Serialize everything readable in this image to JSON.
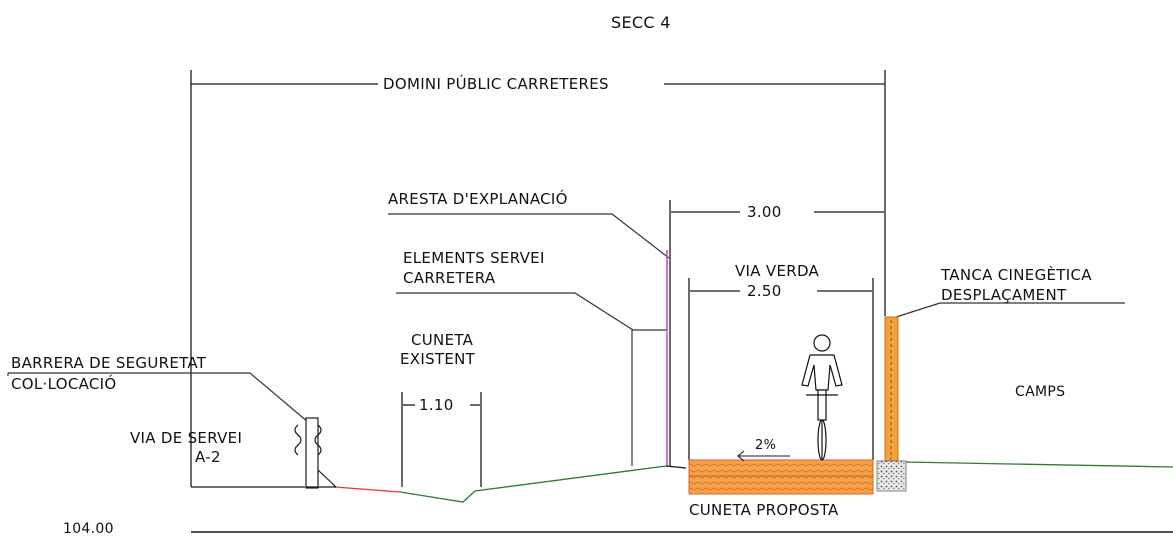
{
  "title": "SECC 4",
  "labels": {
    "domini": "DOMINI PÚBLIC CARRETERES",
    "aresta": "ARESTA D'EXPLANACIÓ",
    "elements_line1": "ELEMENTS SERVEI",
    "elements_line2": "CARRETERA",
    "via_verda": "VIA VERDA",
    "tanca_line1": "TANCA CINEGÈTICA",
    "tanca_line2": "DESPLAÇAMENT",
    "cuneta_existent_line1": "CUNETA",
    "cuneta_existent_line2": "EXISTENT",
    "barrera_line1": "BARRERA DE SEGURETAT",
    "barrera_line2": "COL·LOCACIÓ",
    "via_servei_line1": "VIA DE SERVEI",
    "via_servei_line2": "A-2",
    "camps": "CAMPS",
    "slope": "2%",
    "cuneta_proposta": "CUNETA PROPOSTA",
    "elevation": "104.00"
  },
  "dimensions": {
    "width_3": "3.00",
    "width_2_5": "2.50",
    "width_1_1": "1.10"
  },
  "colors": {
    "line": "#1a1a1a",
    "ground_green": "#2e7d32",
    "ground_red": "#e53935",
    "magenta": "#c050c8",
    "fence_orange": "#f2a23a",
    "path_orange": "#f08a2c",
    "gravel_grey": "#9e9e9e"
  }
}
